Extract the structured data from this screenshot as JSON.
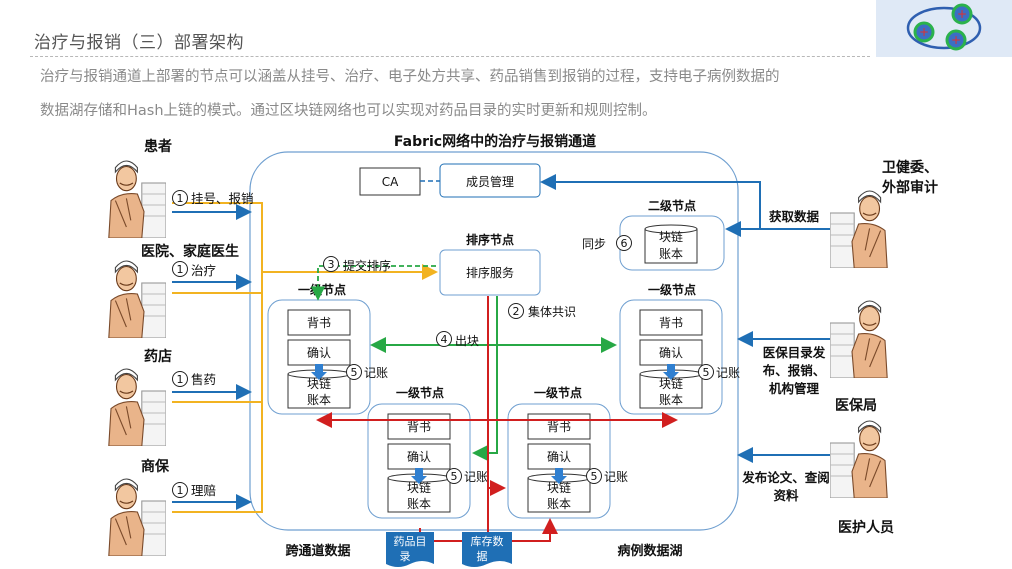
{
  "header": {
    "title": "治疗与报销（三）部署架构",
    "description_line1": "治疗与报销通道上部署的节点可以涵盖从挂号、治疗、电子处方共享、药品销售到报销的过程，支持电子病例数据的",
    "description_line2": "数据湖存储和Hash上链的模式。通过区块链网络也可以实现对药品目录的实时更新和规则控制。"
  },
  "diagram": {
    "channel_title": "Fabric网络中的治疗与报销通道",
    "ca": "CA",
    "member_mgmt": "成员管理",
    "orderer_title": "排序节点",
    "orderer_service": "排序服务",
    "level2_title": "二级节点",
    "sync": "同步",
    "level1_title": "一级节点",
    "endorse": "背书",
    "confirm": "确认",
    "ledger": "块链\n账本",
    "record": "记账",
    "submit_order": "提交排序",
    "consensus": "集体共识",
    "out_block": "出块",
    "cross_channel": "跨通道数据",
    "data_lake": "病例数据湖",
    "drug_catalog": "药品目\n录",
    "stock_data": "库存数\n据",
    "nums": {
      "n1": "1",
      "n2": "2",
      "n3": "3",
      "n4": "4",
      "n5": "5",
      "n6": "6"
    }
  },
  "left_actors": [
    {
      "name": "患者",
      "action": "挂号、报销"
    },
    {
      "name": "医院、家庭医生",
      "action": "治疗"
    },
    {
      "name": "药店",
      "action": "售药"
    },
    {
      "name": "商保",
      "action": "理赔"
    }
  ],
  "right_actors": [
    {
      "name": "卫健委、\n外部审计",
      "action": "获取数据"
    },
    {
      "name": "医保局",
      "action": "医保目录发\n布、报销、\n机构管理"
    },
    {
      "name": "医护人员",
      "action": "发布论文、查阅\n资料"
    }
  ],
  "colors": {
    "blue": "#1f6fb5",
    "yellow": "#f2b321",
    "green": "#27a845",
    "red": "#d11f1f",
    "channel": "#6f9fd0"
  }
}
